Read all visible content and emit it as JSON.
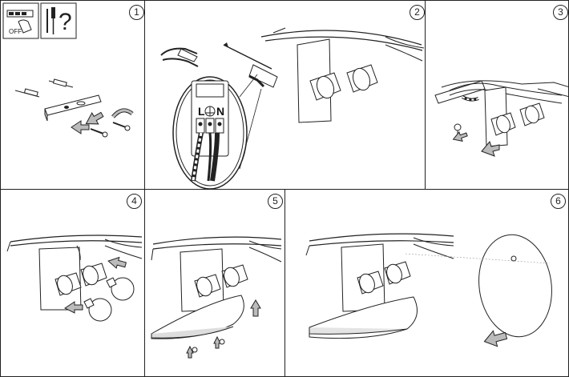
{
  "panels": [
    {
      "step": "1",
      "off_label": "OFF",
      "question_mark": "?"
    },
    {
      "step": "2",
      "terminals": [
        "L",
        "N"
      ]
    },
    {
      "step": "3"
    },
    {
      "step": "4"
    },
    {
      "step": "5"
    },
    {
      "step": "6"
    }
  ],
  "colors": {
    "line": "#222222",
    "gray_arrow": "#b8b8b8",
    "shade": "#dcdcdc"
  }
}
